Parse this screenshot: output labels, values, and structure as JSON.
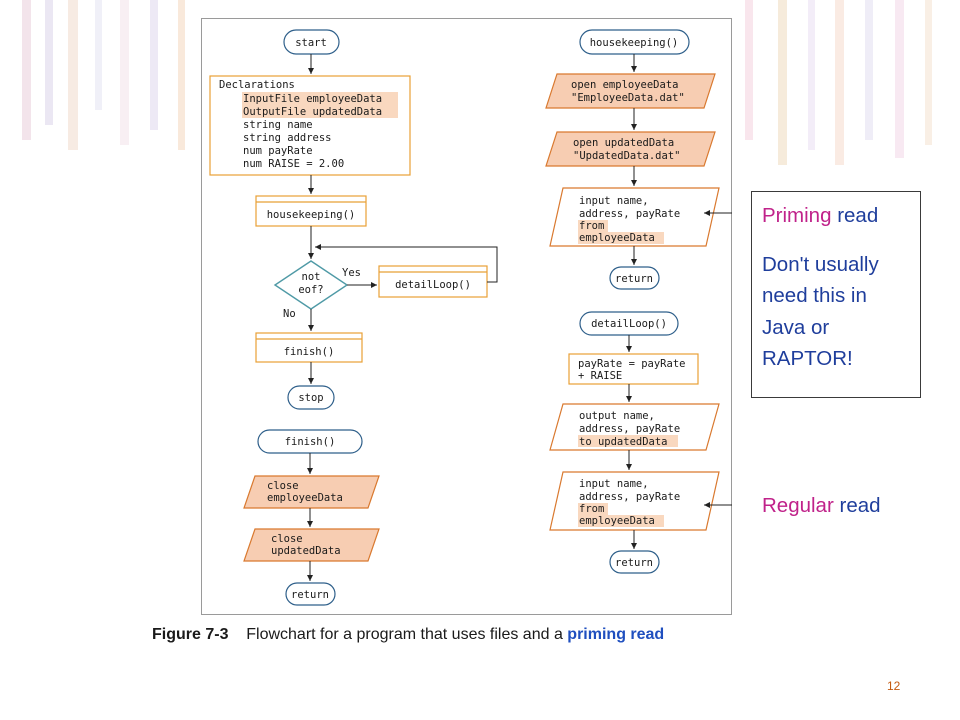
{
  "flowchart": {
    "main": {
      "start": "start",
      "declarations": {
        "title": "Declarations",
        "lines": [
          {
            "text": "InputFile employeeData",
            "highlight": true
          },
          {
            "text": "OutputFile updatedData",
            "highlight": true
          },
          {
            "text": "string name",
            "highlight": false
          },
          {
            "text": "string address",
            "highlight": false
          },
          {
            "text": "num payRate",
            "highlight": false
          },
          {
            "text": "num RAISE = 2.00",
            "highlight": false
          }
        ]
      },
      "housekeeping_call": "housekeeping()",
      "decision_line1": "not",
      "decision_line2": "eof?",
      "yes_label": "Yes",
      "no_label": "No",
      "detail_loop_call": "detailLoop()",
      "finish_call": "finish()",
      "stop": "stop"
    },
    "finish_module": {
      "header": "finish()",
      "close1_line1": "close",
      "close1_line2": "employeeData",
      "close2_line1": "close",
      "close2_line2": "updatedData",
      "return": "return"
    },
    "housekeeping_module": {
      "header": "housekeeping()",
      "open1_line1": "open employeeData",
      "open1_line2": "\"EmployeeData.dat\"",
      "open2_line1": "open updatedData",
      "open2_line2": "\"UpdatedData.dat\"",
      "input_line1": "input name,",
      "input_line2": "address, payRate",
      "input_line3": "from",
      "input_line4": "employeeData",
      "return": "return"
    },
    "detail_loop_module": {
      "header": "detailLoop()",
      "calc_line1": "payRate = payRate",
      "calc_line2": "+ RAISE",
      "output_line1": "output name,",
      "output_line2": "address, payRate",
      "output_line3": "to updatedData",
      "input_line1": "input name,",
      "input_line2": "address, payRate",
      "input_line3": "from",
      "input_line4": "employeeData",
      "return": "return"
    }
  },
  "callout": {
    "priming_word1": "Priming",
    "priming_word2": "read",
    "note_line1": "Don't usually",
    "note_line2": "need this in",
    "note_line3": "Java or",
    "note_line4": "RAPTOR!"
  },
  "regular_callout": {
    "word1": "Regular",
    "word2": "read"
  },
  "caption": {
    "label": "Figure 7-3",
    "text": "Flowchart for a program that uses files and a",
    "emphasis": "priming read"
  },
  "page_number": "12",
  "colors": {
    "accent_pink": "#c0228a",
    "callout_blue": "#1f3e9c",
    "flow_blue": "#2e5f8a",
    "declare_orange": "#e8a036",
    "io_fill": "#f7cdb2",
    "io_stroke": "#d9792f",
    "decision_teal": "#4f9aa6"
  }
}
